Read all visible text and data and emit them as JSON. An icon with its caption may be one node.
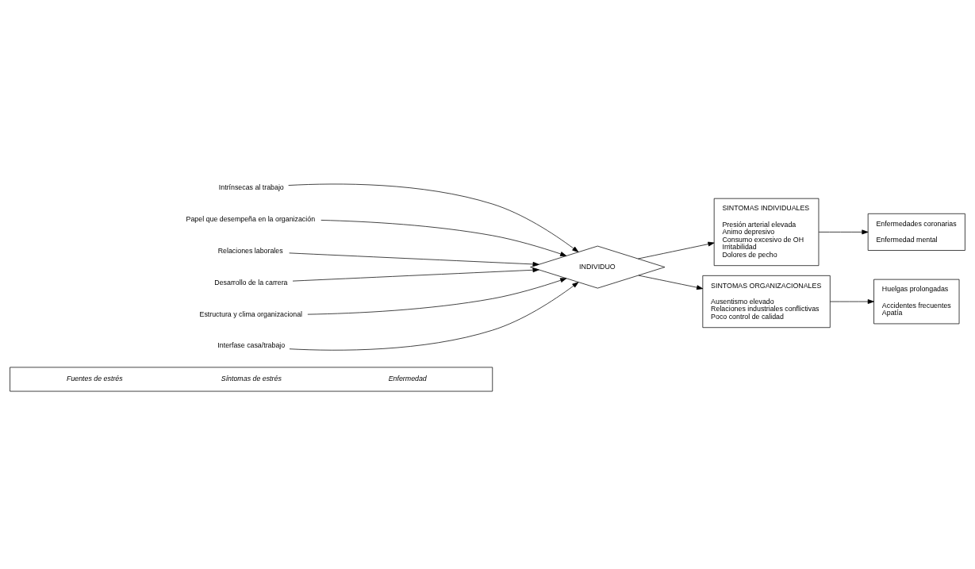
{
  "diagram": {
    "nodes": [
      {
        "text": [
          "Fuentes de estrés",
          "Síntomas de estrés",
          "Enfermedad"
        ]
      },
      {
        "text": [
          "Intrínsecas al trabajo"
        ]
      },
      {
        "text": [
          "Papel que desempeña en la organización"
        ]
      },
      {
        "text": [
          "Relaciones laborales"
        ]
      },
      {
        "text": [
          "Desarrollo de la carrera"
        ]
      },
      {
        "text": [
          "Estructura y clima organizacional"
        ]
      },
      {
        "text": [
          "Interfase casa/trabajo"
        ]
      },
      {
        "text": [
          "INDIVIDUO"
        ]
      },
      {
        "text": [
          "SINTOMAS INDIVIDUALES",
          "Presión arterial elevada",
          "Animo depresivo",
          "Consumo excesivo de OH",
          "Irritabilidad",
          "Dolores de pecho"
        ]
      },
      {
        "text": [
          "Enfermedades coronarias",
          "Enfermedad mental"
        ]
      },
      {
        "text": [
          "SINTOMAS ORGANIZACIONALES",
          "Ausentismo elevado",
          "Relaciones industriales conflictivas",
          "Poco control de calidad"
        ]
      },
      {
        "text": [
          "Huelgas prolongadas",
          "Accidentes frecuentes",
          "Apatía"
        ]
      }
    ],
    "edges": [
      {
        "from": 1,
        "to": 7,
        "arrow": "to"
      },
      {
        "from": 2,
        "to": 7,
        "arrow": "to"
      },
      {
        "from": 3,
        "to": 7,
        "arrow": "to"
      },
      {
        "from": 4,
        "to": 7,
        "arrow": "to"
      },
      {
        "from": 5,
        "to": 7,
        "arrow": "to"
      },
      {
        "from": 6,
        "to": 7,
        "arrow": "to"
      },
      {
        "from": 7,
        "to": 8,
        "arrow": "to"
      },
      {
        "from": 7,
        "to": 10,
        "arrow": "to"
      },
      {
        "from": 8,
        "to": 9,
        "arrow": "to"
      },
      {
        "from": 10,
        "to": 11,
        "arrow": "to"
      }
    ]
  }
}
